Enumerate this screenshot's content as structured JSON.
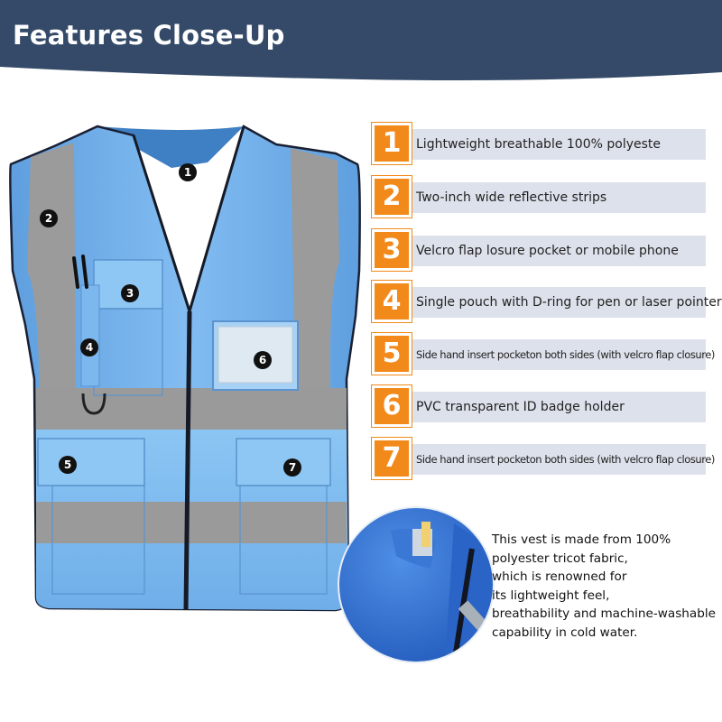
{
  "banner": {
    "title": "Features Close-Up",
    "color": "#344a68"
  },
  "features": [
    {
      "number": "1",
      "text": "Lightweight breathable 100% polyeste"
    },
    {
      "number": "2",
      "text": "Two-inch wide reflective strips"
    },
    {
      "number": "3",
      "text": "Velcro flap losure pocket or mobile phone"
    },
    {
      "number": "4",
      "text": "Single pouch with D-ring for pen or laser pointer"
    },
    {
      "number": "5",
      "text": "Side hand insert pocketon both sides (with velcro flap closure)"
    },
    {
      "number": "6",
      "text": "PVC transparent ID badge holder"
    },
    {
      "number": "7",
      "text": "Side hand insert pocketon both sides (with velcro flap closure)"
    }
  ],
  "vest_markers": [
    "1",
    "2",
    "3",
    "4",
    "5",
    "6",
    "7"
  ],
  "description": {
    "lines": [
      "This vest is made from 100%",
      "polyester tricot fabric,",
      "which is renowned for",
      "its lightweight feel,",
      "breathability and machine-washable",
      "capability in cold water."
    ]
  },
  "colors": {
    "accent": "#f28a1b",
    "vest_blue": "#79b3ec",
    "reflective": "#9a9a9a",
    "feature_bar": "#dde1eb"
  }
}
